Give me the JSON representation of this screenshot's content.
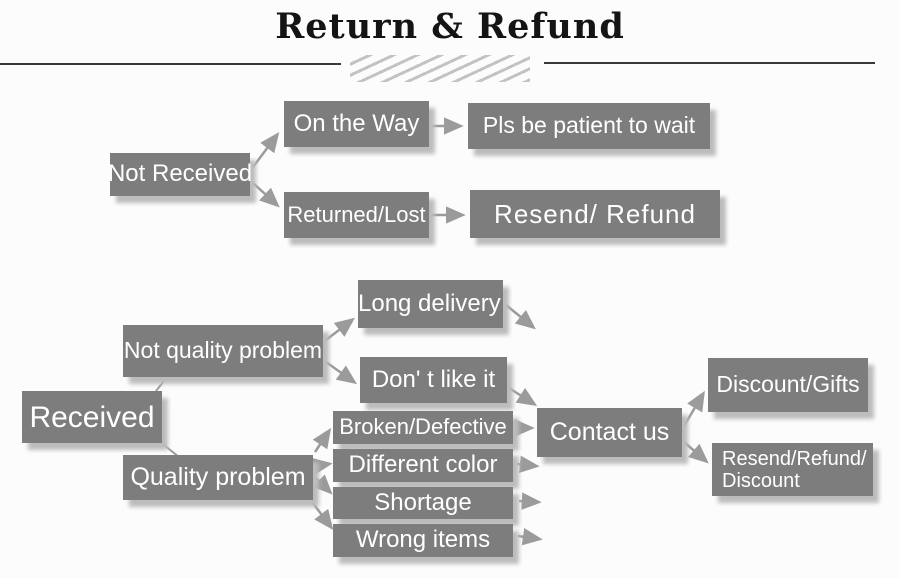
{
  "title": "Return & Refund",
  "colors": {
    "node_fill": "#7d7d7d",
    "node_text": "#ffffff",
    "connector": "#9b9b9b",
    "title_text": "#141414"
  },
  "flowchart": {
    "nodes": {
      "not_received": "Not Received",
      "on_the_way": "On the Way",
      "pls_wait": "Pls be patient to wait",
      "returned_lost": "Returned/Lost",
      "resend_refund": "Resend/ Refund",
      "received": "Received",
      "not_quality_problem": "Not quality problem",
      "quality_problem": "Quality problem",
      "long_delivery": "Long delivery",
      "dont_like_it": "Don' t like it",
      "broken_defective": "Broken/Defective",
      "different_color": "Different color",
      "shortage": "Shortage",
      "wrong_items": "Wrong items",
      "contact_us": "Contact us",
      "discount_gifts": "Discount/Gifts",
      "resend_refund_discount": "Resend/Refund/\nDiscount"
    },
    "edges": [
      {
        "from": "not_received",
        "to": "on_the_way"
      },
      {
        "from": "not_received",
        "to": "returned_lost"
      },
      {
        "from": "on_the_way",
        "to": "pls_wait"
      },
      {
        "from": "returned_lost",
        "to": "resend_refund"
      },
      {
        "from": "received",
        "to": "not_quality_problem"
      },
      {
        "from": "received",
        "to": "quality_problem"
      },
      {
        "from": "not_quality_problem",
        "to": "long_delivery"
      },
      {
        "from": "not_quality_problem",
        "to": "dont_like_it"
      },
      {
        "from": "long_delivery",
        "to": "contact_us"
      },
      {
        "from": "dont_like_it",
        "to": "contact_us"
      },
      {
        "from": "quality_problem",
        "to": "broken_defective"
      },
      {
        "from": "quality_problem",
        "to": "different_color"
      },
      {
        "from": "quality_problem",
        "to": "shortage"
      },
      {
        "from": "quality_problem",
        "to": "wrong_items"
      },
      {
        "from": "broken_defective",
        "to": "contact_us"
      },
      {
        "from": "different_color",
        "to": "contact_us"
      },
      {
        "from": "shortage",
        "to": "contact_us"
      },
      {
        "from": "wrong_items",
        "to": "contact_us"
      },
      {
        "from": "contact_us",
        "to": "discount_gifts"
      },
      {
        "from": "contact_us",
        "to": "resend_refund_discount"
      }
    ]
  }
}
